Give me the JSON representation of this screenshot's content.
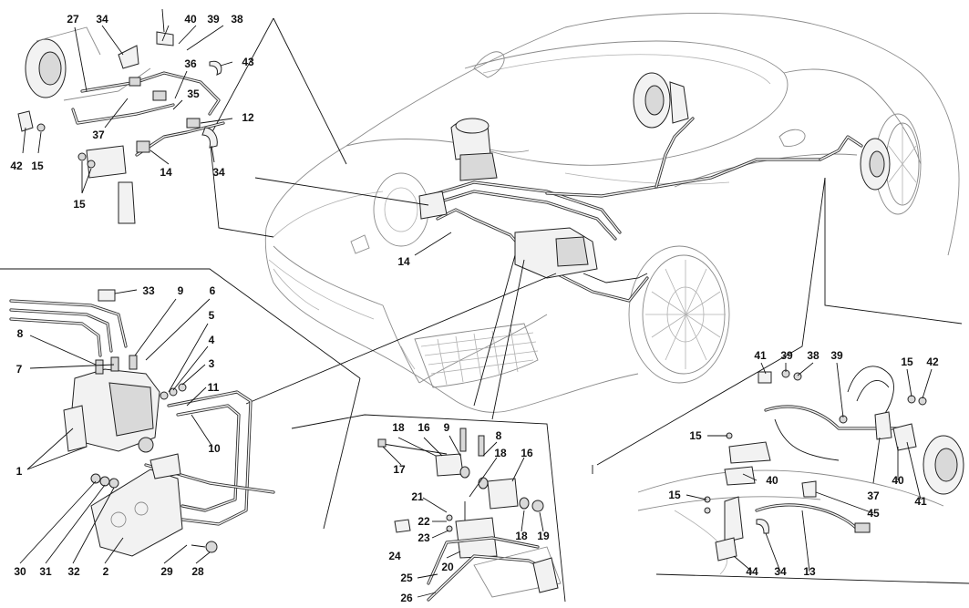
{
  "diagram": {
    "callouts": [
      {
        "id": "c27a",
        "text": "27"
      },
      {
        "id": "c34a",
        "text": "34"
      },
      {
        "id": "c40a",
        "text": "40"
      },
      {
        "id": "c39a",
        "text": "39"
      },
      {
        "id": "c38a",
        "text": "38"
      },
      {
        "id": "c36a",
        "text": "36"
      },
      {
        "id": "c43a",
        "text": "43"
      },
      {
        "id": "c35a",
        "text": "35"
      },
      {
        "id": "c12a",
        "text": "12"
      },
      {
        "id": "c37a",
        "text": "37"
      },
      {
        "id": "c42a",
        "text": "42"
      },
      {
        "id": "c15a",
        "text": "15"
      },
      {
        "id": "c14a",
        "text": "14"
      },
      {
        "id": "c34b",
        "text": "34"
      },
      {
        "id": "c15b",
        "text": "15"
      },
      {
        "id": "c14b",
        "text": "14"
      },
      {
        "id": "c33",
        "text": "33"
      },
      {
        "id": "c9a",
        "text": "9"
      },
      {
        "id": "c6",
        "text": "6"
      },
      {
        "id": "c8a",
        "text": "8"
      },
      {
        "id": "c5",
        "text": "5"
      },
      {
        "id": "c4",
        "text": "4"
      },
      {
        "id": "c7",
        "text": "7"
      },
      {
        "id": "c3",
        "text": "3"
      },
      {
        "id": "c11",
        "text": "11"
      },
      {
        "id": "c10",
        "text": "10"
      },
      {
        "id": "c1",
        "text": "1"
      },
      {
        "id": "c30",
        "text": "30"
      },
      {
        "id": "c31",
        "text": "31"
      },
      {
        "id": "c32",
        "text": "32"
      },
      {
        "id": "c2",
        "text": "2"
      },
      {
        "id": "c29",
        "text": "29"
      },
      {
        "id": "c28",
        "text": "28"
      },
      {
        "id": "c18a",
        "text": "18"
      },
      {
        "id": "c16a",
        "text": "16"
      },
      {
        "id": "c9b",
        "text": "9"
      },
      {
        "id": "c8b",
        "text": "8"
      },
      {
        "id": "c18b",
        "text": "18"
      },
      {
        "id": "c16b",
        "text": "16"
      },
      {
        "id": "c17",
        "text": "17"
      },
      {
        "id": "c21",
        "text": "21"
      },
      {
        "id": "c22",
        "text": "22"
      },
      {
        "id": "c23",
        "text": "23"
      },
      {
        "id": "c18c",
        "text": "18"
      },
      {
        "id": "c19",
        "text": "19"
      },
      {
        "id": "c24",
        "text": "24"
      },
      {
        "id": "c20",
        "text": "20"
      },
      {
        "id": "c25",
        "text": "25"
      },
      {
        "id": "c26",
        "text": "26"
      },
      {
        "id": "c41a",
        "text": "41"
      },
      {
        "id": "c39b",
        "text": "39"
      },
      {
        "id": "c38b",
        "text": "38"
      },
      {
        "id": "c39c",
        "text": "39"
      },
      {
        "id": "c15c",
        "text": "15"
      },
      {
        "id": "c42b",
        "text": "42"
      },
      {
        "id": "c15d",
        "text": "15"
      },
      {
        "id": "c40b",
        "text": "40"
      },
      {
        "id": "c37b",
        "text": "37"
      },
      {
        "id": "c40c",
        "text": "40"
      },
      {
        "id": "c41b",
        "text": "41"
      },
      {
        "id": "c15e",
        "text": "15"
      },
      {
        "id": "c45",
        "text": "45"
      },
      {
        "id": "c44",
        "text": "44"
      },
      {
        "id": "c34c",
        "text": "34"
      },
      {
        "id": "c13",
        "text": "13"
      }
    ]
  }
}
